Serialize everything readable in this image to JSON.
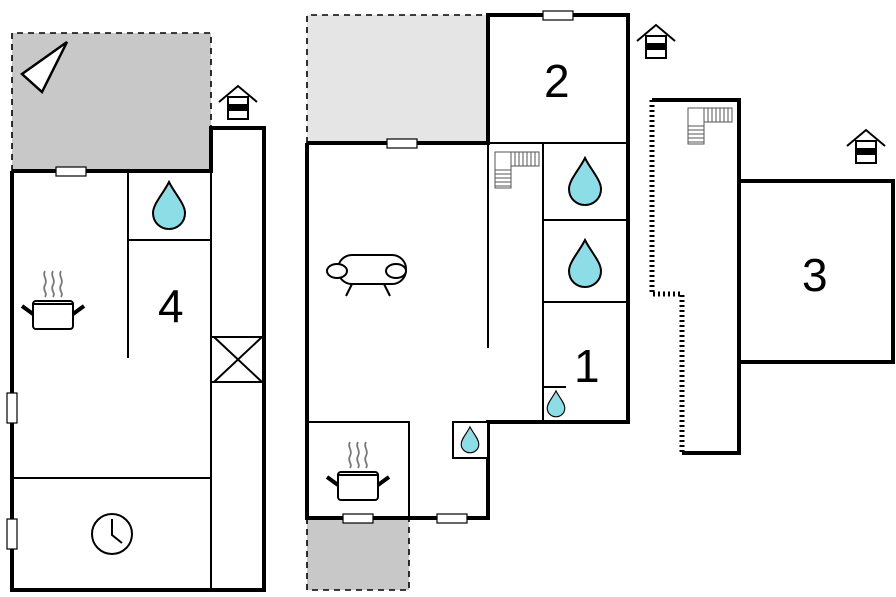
{
  "floor_plan": {
    "rooms": [
      {
        "number": "4"
      },
      {
        "number": "2"
      },
      {
        "number": "1"
      },
      {
        "number": "3"
      }
    ],
    "icons": [
      "entrance-arrow-icon",
      "water-drop-icon",
      "cooking-pot-icon",
      "sofa-icon",
      "clock-icon",
      "staircase-icon",
      "house-marker-icon"
    ],
    "colors": {
      "wall": "#000000",
      "terrace": "#c8c8c8",
      "terrace_light": "#e5e5e5",
      "water": "#8ddde6",
      "background": "#ffffff"
    }
  }
}
